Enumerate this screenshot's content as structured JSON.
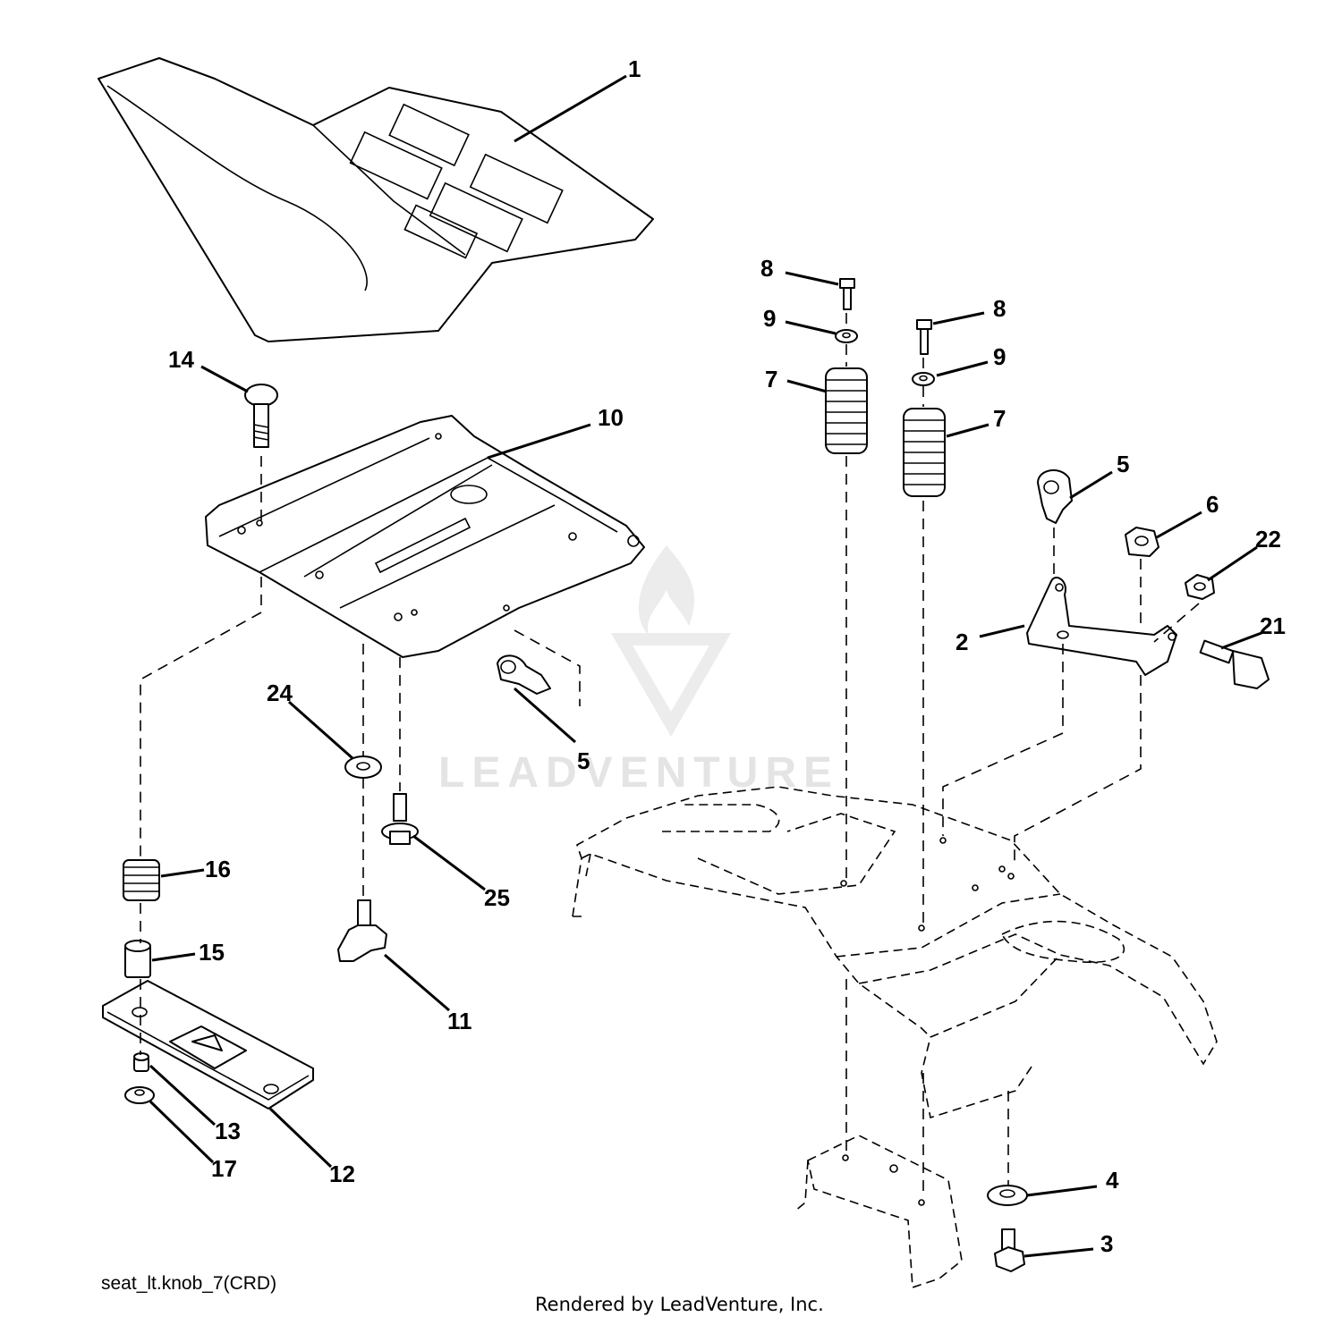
{
  "watermark": "LEADVENTURE",
  "footer": {
    "diagram_code": "seat_lt.knob_7(CRD)",
    "rendered_by": "Rendered by LeadVenture, Inc."
  },
  "callouts": {
    "c1": "1",
    "c14": "14",
    "c10": "10",
    "c24": "24",
    "c5a": "5",
    "c16": "16",
    "c25": "25",
    "c15": "15",
    "c11": "11",
    "c13": "13",
    "c17": "17",
    "c12": "12",
    "c8a": "8",
    "c9a": "9",
    "c7a": "7",
    "c8b": "8",
    "c9b": "9",
    "c7b": "7",
    "c5b": "5",
    "c6": "6",
    "c22": "22",
    "c2": "2",
    "c21": "21",
    "c4": "4",
    "c3": "3"
  },
  "colors": {
    "ink": "#000000",
    "watermark": "#e4e4e4",
    "background": "#ffffff"
  }
}
